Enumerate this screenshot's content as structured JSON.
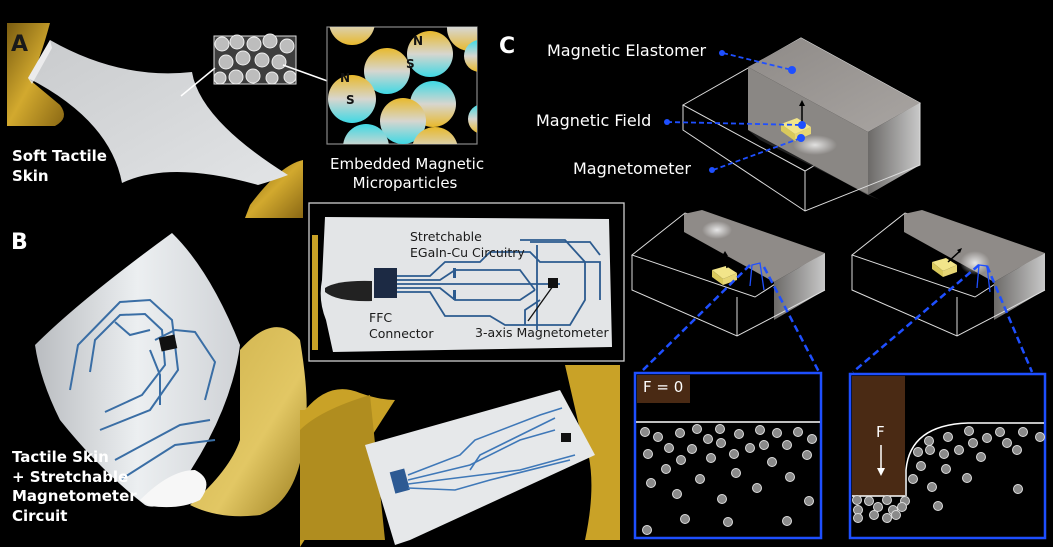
{
  "panels": {
    "A": {
      "letter": "A",
      "caption_line1": "Soft Tactile",
      "caption_line2": "Skin",
      "inset_caption_line1": "Embedded Magnetic",
      "inset_caption_line2": "Microparticles",
      "pole_labels": [
        "N",
        "S",
        "N",
        "S"
      ]
    },
    "B": {
      "letter": "B",
      "caption_lines": [
        "Tactile Skin",
        "+ Stretchable",
        "Magnetometer",
        "Circuit"
      ],
      "circuit_labels": {
        "circuitry_line1": "Stretchable",
        "circuitry_line2": "EGaIn-Cu Circuitry",
        "connector_line1": "FFC",
        "connector_line2": "Connector",
        "magnetometer": "3-axis Magnetometer"
      }
    },
    "C": {
      "letter": "C",
      "labels": {
        "elastomer": "Magnetic Elastomer",
        "field": "Magnetic Field",
        "magnetometer": "Magnetometer"
      },
      "left_zoom": {
        "force_label": "F = 0"
      },
      "right_zoom": {
        "force_label": "F",
        "arrow": "down-arrow"
      }
    }
  },
  "colors": {
    "background": "#000000",
    "accent_blue": "#1e4fff",
    "glove_gold": "#c9a227",
    "skin_white": "#e4e6e8",
    "trace_blue": "#3a6ea5",
    "indenter_brown": "#4a2a14",
    "particle_gray": "#8a8a8a",
    "magnetometer_yellow": "#f2e58a"
  }
}
